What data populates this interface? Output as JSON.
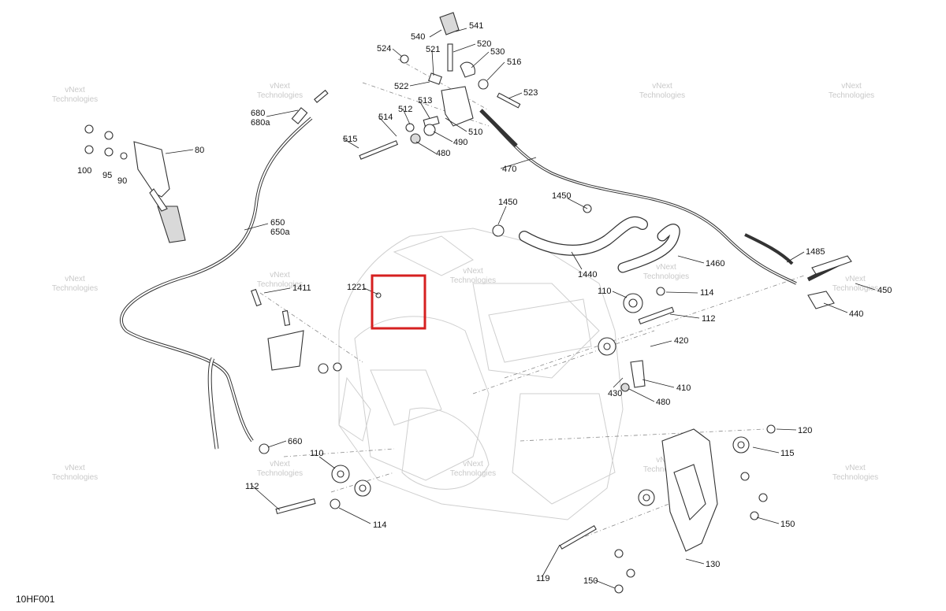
{
  "diagram_code": "10HF001",
  "watermark": {
    "line1": "vNext",
    "line2": "Technologies",
    "combined": "vNext Technologies"
  },
  "highlight_color": "#d62020",
  "callouts": [
    "540",
    "541",
    "524",
    "521",
    "520",
    "530",
    "516",
    "522",
    "513",
    "512",
    "514",
    "523",
    "515",
    "510",
    "490",
    "480",
    "680",
    "680a",
    "80",
    "100",
    "95",
    "90",
    "470",
    "650",
    "650a",
    "1450",
    "1450",
    "1440",
    "1460",
    "1485",
    "1221",
    "1411",
    "110",
    "114",
    "112",
    "450",
    "440",
    "420",
    "410",
    "430",
    "480",
    "660",
    "110",
    "112",
    "114",
    "120",
    "115",
    "150",
    "119",
    "150",
    "130"
  ]
}
